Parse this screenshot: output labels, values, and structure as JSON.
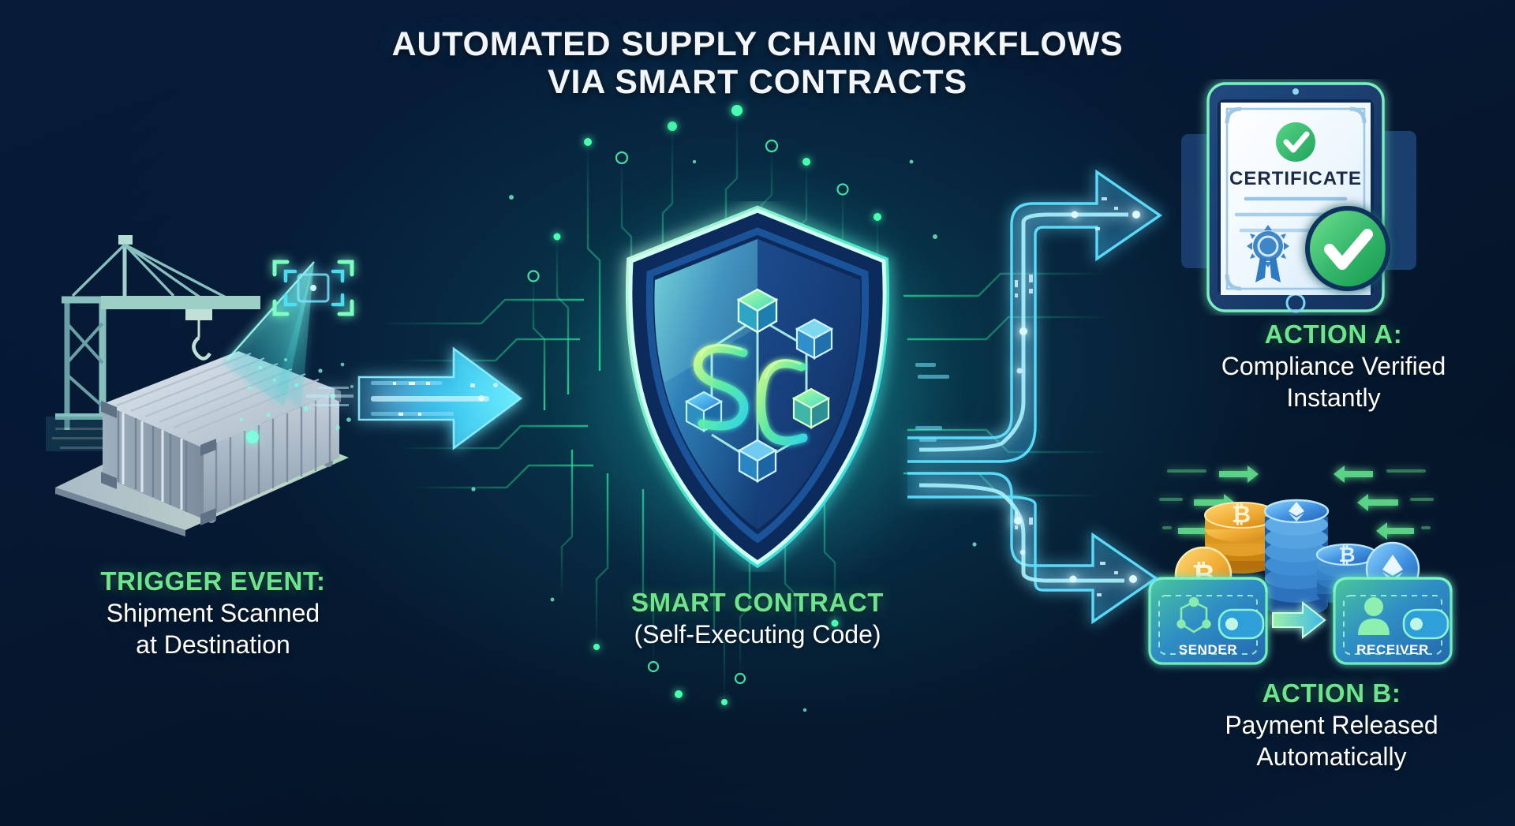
{
  "meta": {
    "background_color": "#061833",
    "accent_green": "#6fe48e",
    "accent_cyan": "#3fd0f5",
    "text_white": "#ffffff"
  },
  "title": {
    "line1": "AUTOMATED SUPPLY CHAIN WORKFLOWS",
    "line2": "VIA SMART CONTRACTS"
  },
  "nodes": {
    "trigger": {
      "heading": "TRIGGER EVENT:",
      "detail_line1": "Shipment Scanned",
      "detail_line2": "at Destination",
      "icon": "shipping-container-crane-scan"
    },
    "contract": {
      "heading": "SMART CONTRACT",
      "detail_line1": "(Self-Executing Code)",
      "icon": "shield-blockchain-sc-monogram",
      "monogram": "SC"
    },
    "action_a": {
      "heading": "ACTION A:",
      "detail_line1": "Compliance Verified",
      "detail_line2": "Instantly",
      "icon": "tablet-certificate-check",
      "certificate_label": "CERTIFICATE"
    },
    "action_b": {
      "heading": "ACTION B:",
      "detail_line1": "Payment Released",
      "detail_line2": "Automatically",
      "icon": "crypto-wallet-transfer",
      "wallet_from": "SENDER",
      "wallet_to": "RECEIVER",
      "coin_symbols": [
        "₿",
        "₿",
        "₿"
      ]
    }
  },
  "connectors": {
    "trigger_to_contract": "data-stream-arrow-right",
    "contract_to_action_a": "branch-arrow-up-right",
    "contract_to_action_b": "branch-arrow-down-right"
  }
}
